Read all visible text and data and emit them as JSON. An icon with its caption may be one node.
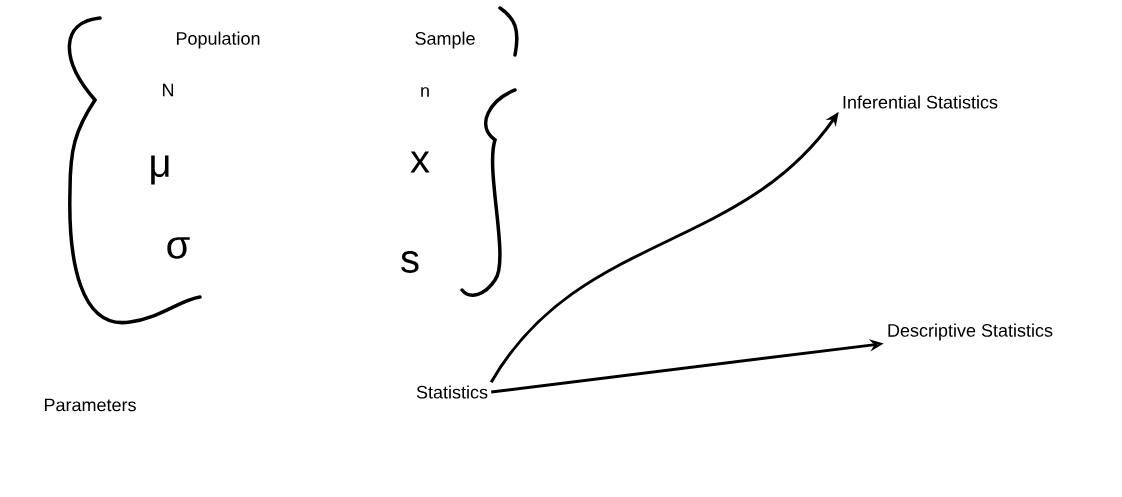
{
  "diagram": {
    "nodes": [
      {
        "text": [
          "Statistics"
        ]
      },
      {
        "text": [
          "Inferential Statistics"
        ]
      },
      {
        "text": [
          "Descriptive Statistics"
        ]
      }
    ],
    "edges": [
      {
        "from": 0,
        "to": 1,
        "arrow": "to"
      },
      {
        "from": 0,
        "to": 2,
        "arrow": "to"
      }
    ],
    "labels": [
      "Population",
      "Sample",
      "N",
      "n",
      "μ",
      "x",
      "σ",
      "s",
      "Parameters"
    ]
  }
}
